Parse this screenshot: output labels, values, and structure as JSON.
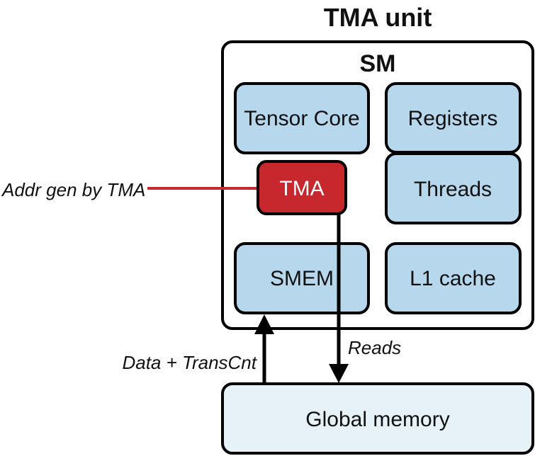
{
  "title": "TMA unit",
  "sm": {
    "label": "SM",
    "blocks": {
      "tensor_core": "Tensor Core",
      "registers": "Registers",
      "tma": "TMA",
      "threads": "Threads",
      "smem": "SMEM",
      "l1_cache": "L1 cache"
    }
  },
  "global_memory": "Global memory",
  "labels": {
    "addr_gen": "Addr gen by TMA",
    "data_transcnt": "Data + TransCnt",
    "reads": "Reads"
  },
  "colors": {
    "block_fill": "#b7d7ec",
    "tma_fill": "#c7282d",
    "global_memory_fill": "#e6f1f8",
    "addr_line": "#c7282d",
    "arrows": "#000000"
  }
}
